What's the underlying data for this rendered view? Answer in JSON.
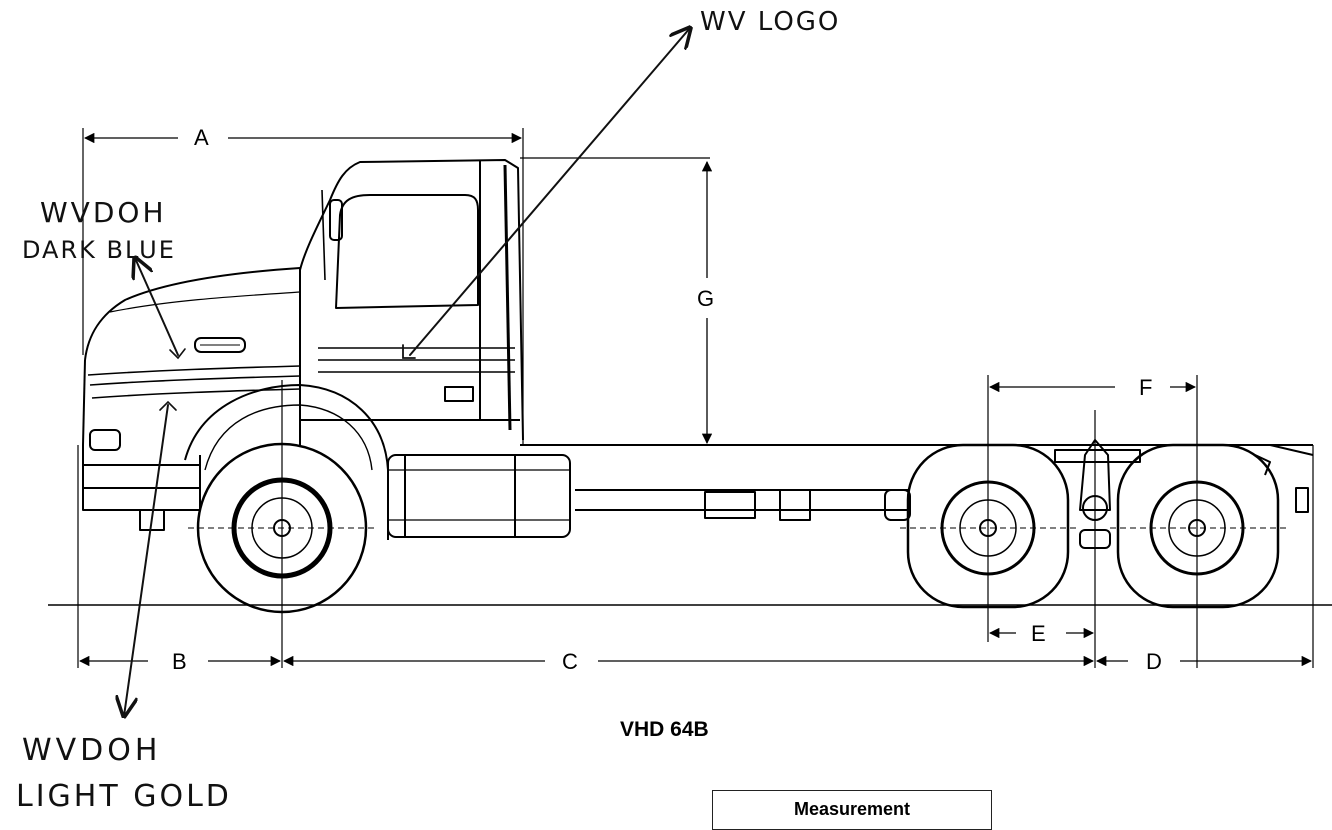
{
  "annotations": {
    "logo": "WV LOGO",
    "dark_blue_1": "WVDOH",
    "dark_blue_2": "DARK BLUE",
    "light_gold_1": "WVDOH",
    "light_gold_2": "LIGHT GOLD"
  },
  "dimensions": {
    "a": "A",
    "b": "B",
    "c": "C",
    "d": "D",
    "e": "E",
    "f": "F",
    "g": "G"
  },
  "model": "VHD 64B",
  "table": {
    "header": "Measurement"
  }
}
